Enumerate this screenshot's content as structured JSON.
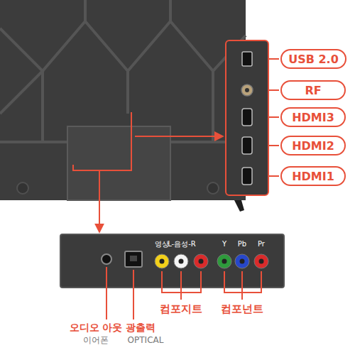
{
  "diagram": {
    "nodes": [
      {
        "text": [
          "USB 2.0"
        ]
      },
      {
        "text": [
          "RF"
        ]
      },
      {
        "text": [
          "HDMI3"
        ]
      },
      {
        "text": [
          "HDMI2"
        ]
      },
      {
        "text": [
          "HDMI1"
        ]
      }
    ],
    "labels": [
      "영상",
      "L-음성-R",
      "Y",
      "Pb",
      "Pr",
      "컴포지트",
      "컴포넌트",
      "오디오 아웃",
      "이어폰",
      "광출력",
      "OPTICAL"
    ]
  }
}
